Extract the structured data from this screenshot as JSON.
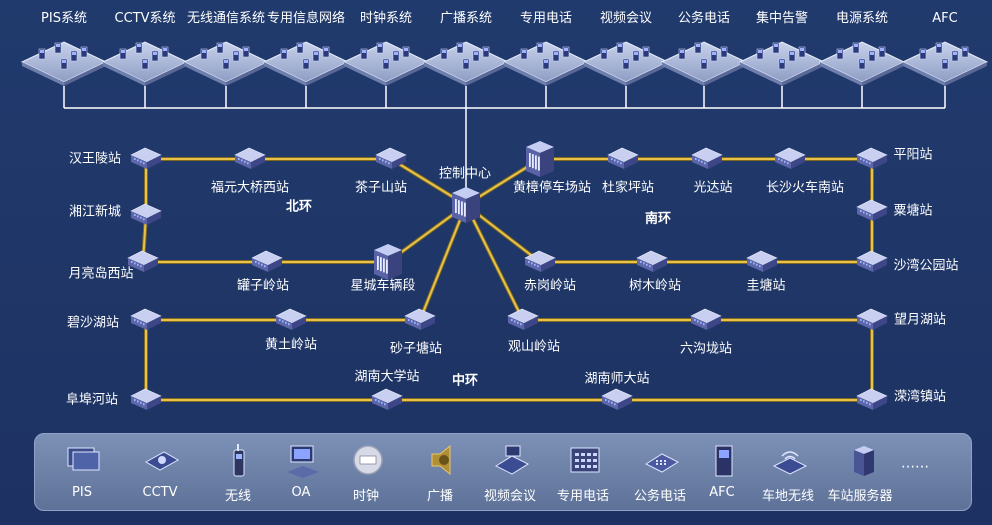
{
  "colors": {
    "background": "#1f3566",
    "trunk_line": "#e8c24a",
    "connector_line": "#ffffff",
    "legend_panel": "#6f83ab"
  },
  "top_systems": [
    {
      "label": "PIS系统"
    },
    {
      "label": "CCTV系统"
    },
    {
      "label": "无线通信系统"
    },
    {
      "label": "专用信息网络"
    },
    {
      "label": "时钟系统"
    },
    {
      "label": "广播系统"
    },
    {
      "label": "专用电话"
    },
    {
      "label": "视频会议"
    },
    {
      "label": "公务电话"
    },
    {
      "label": "集中告警"
    },
    {
      "label": "电源系统"
    },
    {
      "label": "AFC"
    }
  ],
  "center": {
    "label": "控制中心",
    "icon": "control-center-server-icon"
  },
  "rings": {
    "north": "北环",
    "south": "南环",
    "middle": "中环"
  },
  "stations": {
    "hanwangling": "汉王陵站",
    "fuyuan": "福元大桥西站",
    "chazishan": "茶子山站",
    "xiangjiang": "湘江新城",
    "yueliangdao": "月亮岛西站",
    "guanziling": "罐子岭站",
    "xingcheng": "星城车辆段",
    "huangzhang": "黄樟停车场站",
    "dujiaping": "杜家坪站",
    "guangda": "光达站",
    "changsha_south": "长沙火车南站",
    "pingyang": "平阳站",
    "litang": "粟塘站",
    "chigangling": "赤岗岭站",
    "shumuling": "树木岭站",
    "guitang": "圭塘站",
    "shawan": "沙湾公园站",
    "bishahu": "碧沙湖站",
    "huangtuling": "黄土岭站",
    "shazitang": "砂子塘站",
    "guanshanling": "观山岭站",
    "liugoulong": "六沟垅站",
    "wangyuehu": "望月湖站",
    "fubuhe": "阜埠河站",
    "hunan_univ": "湖南大学站",
    "hunan_normal": "湖南师大站",
    "luanwan": "溁湾镇站"
  },
  "legend": {
    "items": [
      {
        "label": "PIS",
        "icon": "pis-display-icon"
      },
      {
        "label": "CCTV",
        "icon": "cctv-camera-icon"
      },
      {
        "label": "无线",
        "icon": "radio-handset-icon"
      },
      {
        "label": "OA",
        "icon": "computer-terminal-icon"
      },
      {
        "label": "时钟",
        "icon": "clock-icon"
      },
      {
        "label": "广播",
        "icon": "speaker-icon"
      },
      {
        "label": "视频会议",
        "icon": "video-conference-icon"
      },
      {
        "label": "专用电话",
        "icon": "dispatch-phone-icon"
      },
      {
        "label": "公务电话",
        "icon": "office-phone-icon"
      },
      {
        "label": "AFC",
        "icon": "ticket-machine-icon"
      },
      {
        "label": "车地无线",
        "icon": "wireless-ap-icon"
      },
      {
        "label": "车站服务器",
        "icon": "station-server-icon"
      }
    ],
    "more": "……"
  }
}
